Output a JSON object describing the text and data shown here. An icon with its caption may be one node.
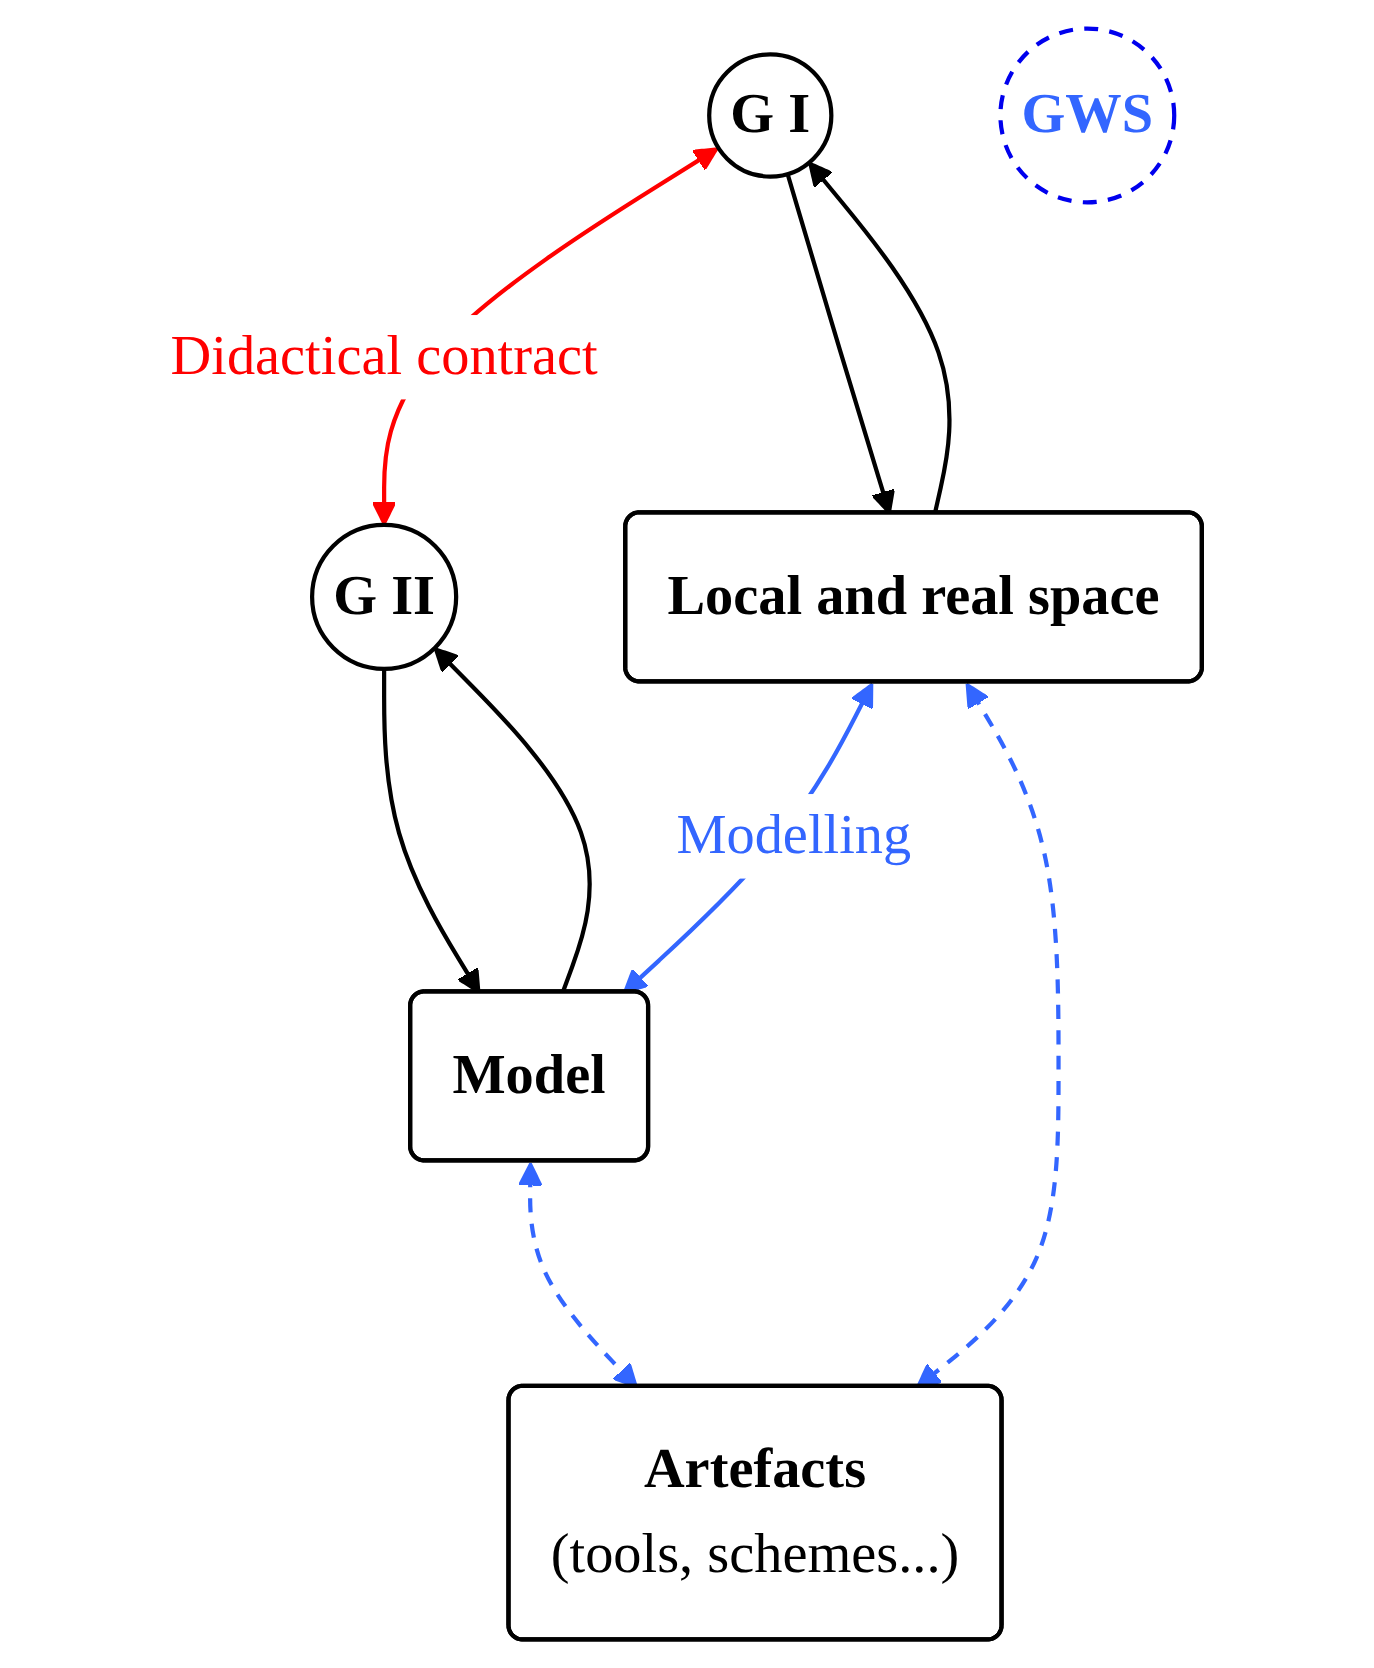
{
  "diagram": {
    "nodes": [
      {
        "text": [
          "G I"
        ]
      },
      {
        "text": [
          "G II"
        ]
      },
      {
        "text": [
          "Local and real space"
        ]
      },
      {
        "text": [
          "Model"
        ]
      },
      {
        "text": [
          "GWS"
        ]
      },
      {
        "text": [
          "Artefacts",
          "(tools, schemes...)"
        ]
      }
    ],
    "edges": [
      {
        "from": 0,
        "to": 1,
        "arrow": "both",
        "label": "Didactical contract",
        "color": "#ff0000"
      },
      {
        "from": 0,
        "to": 2,
        "arrow": "to"
      },
      {
        "from": 2,
        "to": 0,
        "arrow": "to"
      },
      {
        "from": 3,
        "to": 1,
        "arrow": "to"
      },
      {
        "from": 1,
        "to": 3,
        "arrow": "to"
      },
      {
        "from": 2,
        "to": 3,
        "arrow": "both",
        "label": "Modelling",
        "color": "#3366ff"
      },
      {
        "from": 2,
        "to": 5,
        "arrow": "both",
        "style": "dashed",
        "color": "#3366ff"
      },
      {
        "from": 3,
        "to": 5,
        "arrow": "both",
        "style": "dashed",
        "color": "#3366ff"
      }
    ]
  }
}
